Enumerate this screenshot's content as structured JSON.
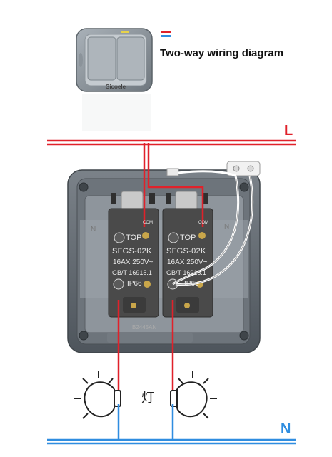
{
  "title": "Two-way wiring diagram",
  "live_label": "L",
  "neutral_label": "N",
  "lamp_label": "灯",
  "brand": "Sicoele",
  "box_marks": [
    "N",
    "N"
  ],
  "stamp": "B2445AN",
  "modules": [
    {
      "top": "TOP",
      "com": "COM",
      "model": "SFGS-02K",
      "rating": "16AX 250V~",
      "standard": "GB/T 16915.1",
      "ip": "IP66"
    },
    {
      "top": "TOP",
      "com": "COM",
      "model": "SFGS-02K",
      "rating": "16AX 250V~",
      "standard": "GB/T 16915.1",
      "ip": "IP66"
    }
  ],
  "colors": {
    "live": "#e0212a",
    "neutral": "#2f8de0",
    "box": "#5d646b",
    "module": "#4a4a4a",
    "flag_red": "#e0212a",
    "flag_blue": "#2f8de0"
  }
}
